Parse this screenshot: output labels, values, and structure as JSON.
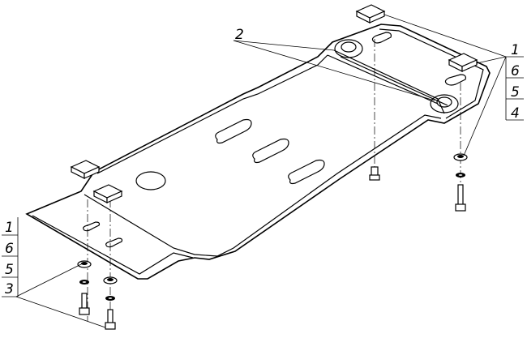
{
  "callouts": {
    "right_stack": [
      "1",
      "6",
      "5",
      "4"
    ],
    "left_stack": [
      "1",
      "6",
      "5",
      "3"
    ],
    "bolt_label": "2"
  }
}
